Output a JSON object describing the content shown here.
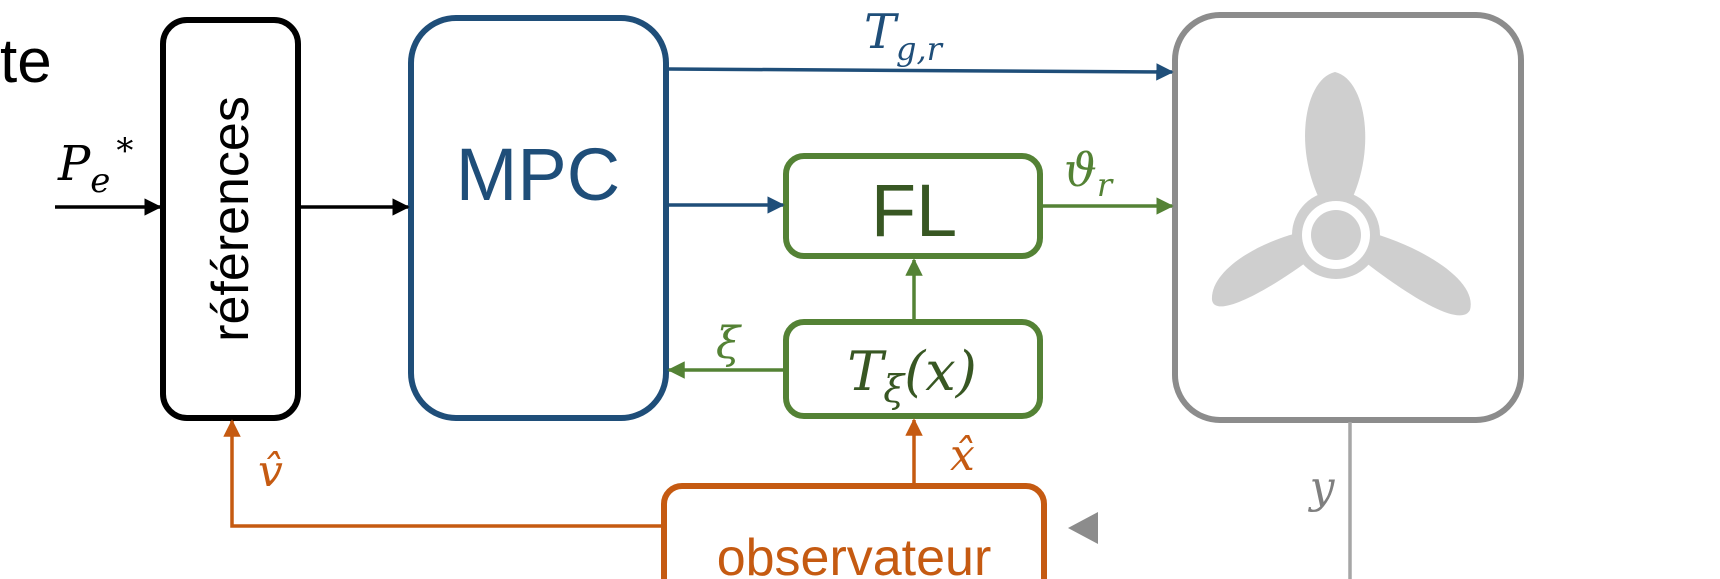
{
  "colors": {
    "black": "#000000",
    "blue": "#1f4e79",
    "green": "#548235",
    "orange": "#c55a11",
    "gray": "#8c8c8c",
    "propeller": "#cfcfcf"
  },
  "diagram": {
    "partial_left_text": "te",
    "blocks": {
      "references": "références",
      "mpc": "MPC",
      "fl": "FL",
      "transform": "T",
      "transform_sub": "ξ",
      "transform_arg": "(x)",
      "observer": "observateur"
    },
    "signals": {
      "pe_main": "P",
      "pe_sub": "e",
      "pe_sup": "*",
      "tgr_main": "T",
      "tgr_sub": "g,r",
      "theta_main": "ϑ",
      "theta_sub": "r",
      "xi": "ξ",
      "xhat": "x̂",
      "vhat": "v̂",
      "y": "y"
    },
    "plant_icon": "propeller-icon"
  }
}
